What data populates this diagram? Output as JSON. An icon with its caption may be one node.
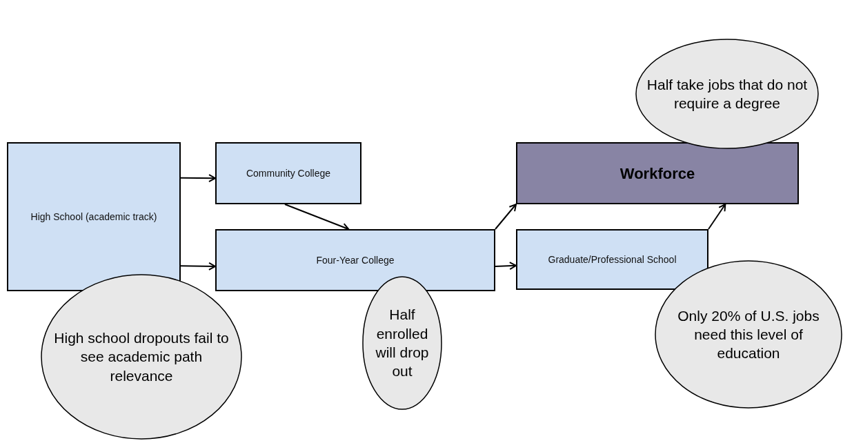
{
  "diagram": {
    "nodes": [
      {
        "text": [
          "High School (academic track)"
        ]
      },
      {
        "text": [
          "Community College"
        ]
      },
      {
        "text": [
          "Four-Year College"
        ]
      },
      {
        "text": [
          "Workforce"
        ]
      },
      {
        "text": [
          "Graduate/Professional School"
        ]
      },
      {
        "text": [
          "Half take jobs that do not require a degree"
        ]
      },
      {
        "text": [
          "High school dropouts fail to see academic path relevance"
        ]
      },
      {
        "text": [
          "Half enrolled will drop out"
        ]
      },
      {
        "text": [
          "Only 20% of U.S. jobs need this level of education"
        ]
      }
    ],
    "edges": [
      {
        "from": 0,
        "to": 1,
        "arrow": "to"
      },
      {
        "from": 0,
        "to": 2,
        "arrow": "to"
      },
      {
        "from": 1,
        "to": 2,
        "arrow": "to"
      },
      {
        "from": 2,
        "to": 3,
        "arrow": "to"
      },
      {
        "from": 2,
        "to": 4,
        "arrow": "to"
      },
      {
        "from": 4,
        "to": 3,
        "arrow": "to"
      }
    ]
  }
}
